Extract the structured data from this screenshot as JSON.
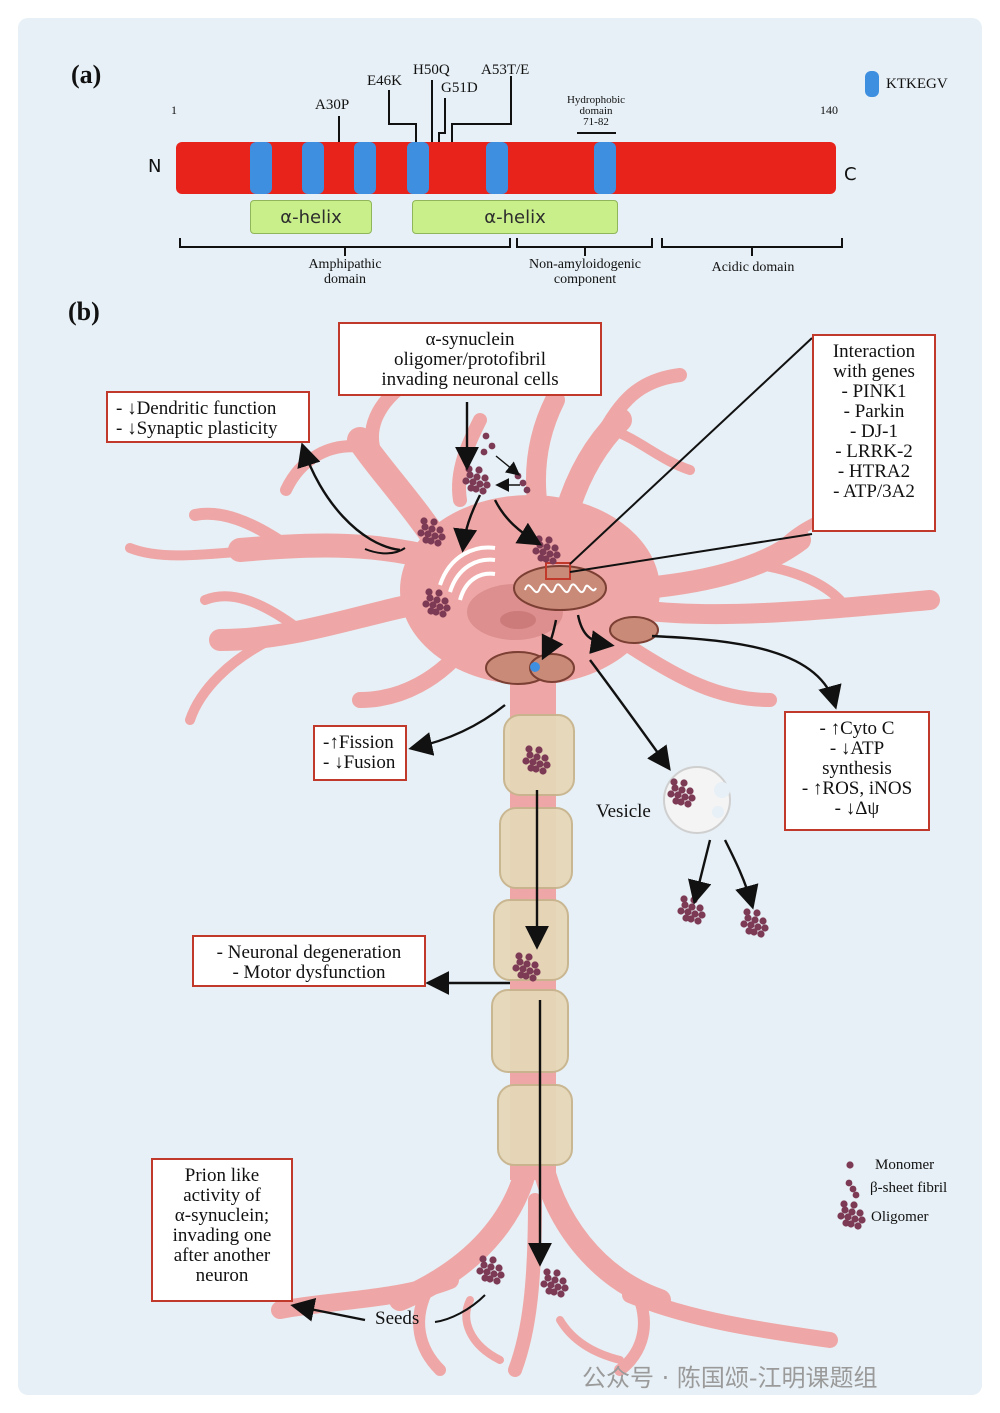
{
  "panel_a": {
    "label": "(a)",
    "n_term": "N",
    "c_term": "C",
    "start_residue": "1",
    "end_residue": "140",
    "mutations": [
      "A30P",
      "E46K",
      "H50Q",
      "G51D",
      "A53T/E"
    ],
    "hydrophobic": [
      "Hydrophobic",
      "domain",
      "71-82"
    ],
    "motif_legend": "KTKEGV",
    "helix_1": "α-helix",
    "helix_2": "α-helix",
    "domains": {
      "amphipathic": [
        "Amphipathic",
        "domain"
      ],
      "nac": [
        "Non-amyloidogenic",
        "component"
      ],
      "acidic": "Acidic domain"
    },
    "colors": {
      "protein": "#e8231b",
      "motif": "#3f8fe0",
      "helix": "#c9ef8a"
    }
  },
  "panel_b": {
    "label": "(b)",
    "invading_box": [
      "α-synuclein",
      "oligomer/protofibril",
      "invading neuronal cells"
    ],
    "dendritic_box": [
      "- ↓Dendritic function",
      "- ↓Synaptic plasticity"
    ],
    "genes_box": [
      "Interaction",
      "with genes",
      "- PINK1",
      "- Parkin",
      "- DJ-1",
      "- LRRK-2",
      "- HTRA2",
      "- ATP/3A2"
    ],
    "fission_box": [
      "-↑Fission",
      "- ↓Fusion"
    ],
    "cyto_box": [
      "- ↑Cyto C",
      "- ↓ATP",
      "synthesis",
      "- ↑ROS, iNOS",
      "- ↓Δψ"
    ],
    "vesicle": "Vesicle",
    "degeneration_box": [
      "- Neuronal degeneration",
      "- Motor dysfunction"
    ],
    "prion_box": [
      "Prion like",
      "activity of",
      "α-synuclein;",
      "invading one",
      "after another",
      "neuron"
    ],
    "seeds": "Seeds",
    "legend": {
      "monomer": "Monomer",
      "fibril": "β-sheet fibril",
      "oligomer": "Oligomer"
    },
    "colors": {
      "neuron": "#eea7a6",
      "box_border": "#c0392b",
      "particle": "#7d3a55",
      "myelin": "#e6d7b8"
    }
  },
  "watermark": "公众号 · 陈国颂-江明课题组"
}
